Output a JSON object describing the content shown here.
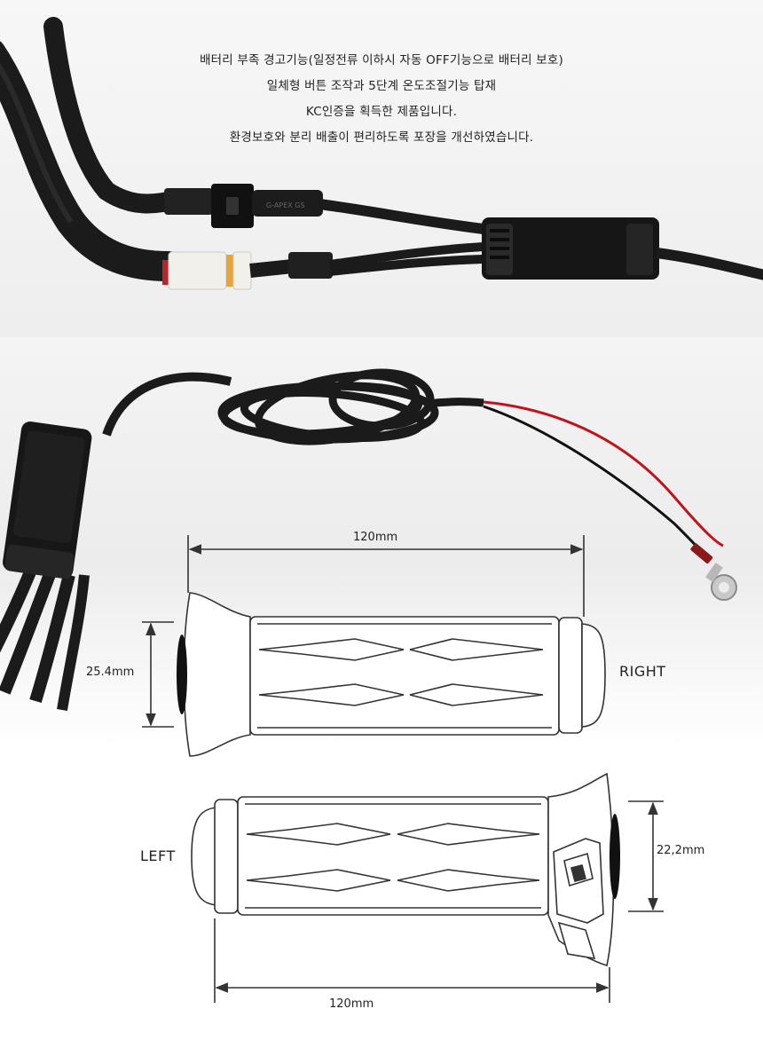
{
  "features": [
    "배터리 부족 경고기능(일정전류 이하시 자동 OFF기능으로 배터리 보호)",
    "일체형 버튼 조작과 5단계 온도조절기능 탑재",
    "KC인증을 획득한 제품입니다.",
    "환경보호와 분리 배출이 편리하도록 포장을 개선하였습니다."
  ],
  "cable_label": "G-APEX GS",
  "diagram": {
    "right_grip": {
      "side_label": "RIGHT",
      "length_label": "120mm",
      "diameter_label": "25.4mm"
    },
    "left_grip": {
      "side_label": "LEFT",
      "length_label": "120mm",
      "diameter_label": "22,2mm"
    }
  },
  "colors": {
    "cable": "#1b1b1b",
    "connector_white": "#f2f0ea",
    "connector_orange": "#e8a33a",
    "wire_red": "#c0141c",
    "line": "#333333"
  }
}
